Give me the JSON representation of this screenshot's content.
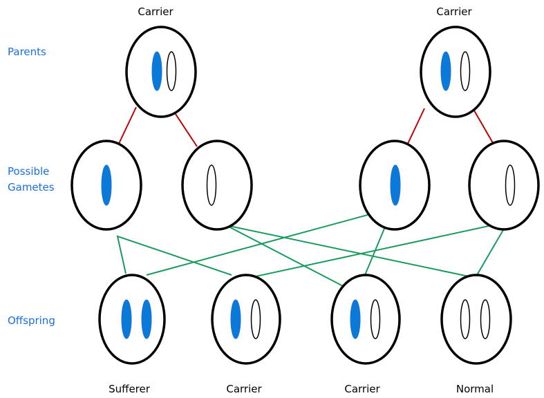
{
  "colors": {
    "affected_chromosome": "#0a7ad8",
    "parent_to_gamete_line": "#c00000",
    "gamete_to_offspring_line": "#1a9a5c",
    "row_label": "#1a6fe0"
  },
  "row_labels": {
    "parents": "Parents",
    "gametes_line1": "Possible",
    "gametes_line2": "Gametes",
    "offspring": "Offspring"
  },
  "parents": [
    {
      "label": "Carrier",
      "chromosomes": [
        "affected",
        "normal"
      ]
    },
    {
      "label": "Carrier",
      "chromosomes": [
        "affected",
        "normal"
      ]
    }
  ],
  "gametes": [
    {
      "chromosomes": [
        "affected"
      ]
    },
    {
      "chromosomes": [
        "normal"
      ]
    },
    {
      "chromosomes": [
        "affected"
      ]
    },
    {
      "chromosomes": [
        "normal"
      ]
    }
  ],
  "offspring": [
    {
      "label": "Sufferer",
      "chromosomes": [
        "affected",
        "affected"
      ]
    },
    {
      "label": "Carrier",
      "chromosomes": [
        "affected",
        "normal"
      ]
    },
    {
      "label": "Carrier",
      "chromosomes": [
        "affected",
        "normal"
      ]
    },
    {
      "label": "Normal",
      "chromosomes": [
        "normal",
        "normal"
      ]
    }
  ]
}
